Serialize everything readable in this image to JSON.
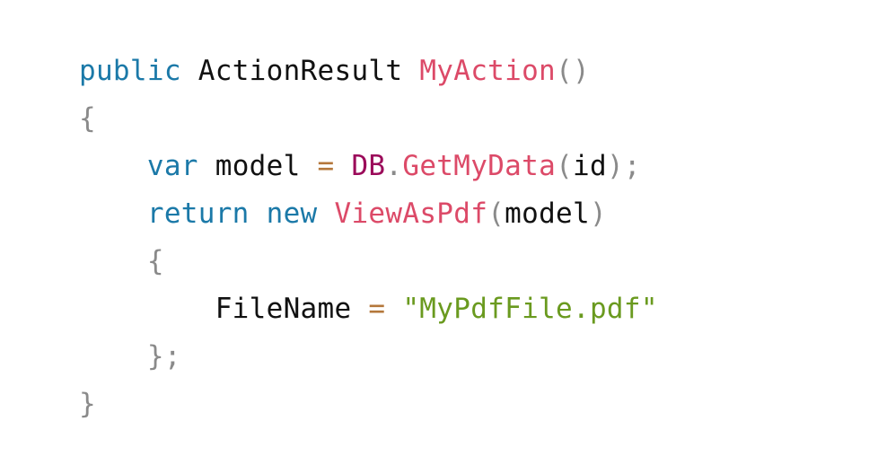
{
  "code": {
    "lines": [
      [
        {
          "text": "public",
          "role": "keyword"
        },
        {
          "text": " ",
          "role": "space"
        },
        {
          "text": "ActionResult",
          "role": "type"
        },
        {
          "text": " ",
          "role": "space"
        },
        {
          "text": "MyAction",
          "role": "function"
        },
        {
          "text": "()",
          "role": "punctuation"
        }
      ],
      [
        {
          "text": "{",
          "role": "punctuation"
        }
      ],
      [
        {
          "text": "    ",
          "role": "indent"
        },
        {
          "text": "var",
          "role": "keyword"
        },
        {
          "text": " ",
          "role": "space"
        },
        {
          "text": "model",
          "role": "identifier"
        },
        {
          "text": " ",
          "role": "space"
        },
        {
          "text": "=",
          "role": "operator"
        },
        {
          "text": " ",
          "role": "space"
        },
        {
          "text": "DB",
          "role": "class"
        },
        {
          "text": ".",
          "role": "punctuation"
        },
        {
          "text": "GetMyData",
          "role": "function"
        },
        {
          "text": "(",
          "role": "punctuation"
        },
        {
          "text": "id",
          "role": "identifier"
        },
        {
          "text": ");",
          "role": "punctuation"
        }
      ],
      [
        {
          "text": "    ",
          "role": "indent"
        },
        {
          "text": "return",
          "role": "keyword"
        },
        {
          "text": " ",
          "role": "space"
        },
        {
          "text": "new",
          "role": "keyword"
        },
        {
          "text": " ",
          "role": "space"
        },
        {
          "text": "ViewAsPdf",
          "role": "function"
        },
        {
          "text": "(",
          "role": "punctuation"
        },
        {
          "text": "model",
          "role": "identifier"
        },
        {
          "text": ")",
          "role": "punctuation"
        }
      ],
      [
        {
          "text": "    ",
          "role": "indent"
        },
        {
          "text": "{",
          "role": "punctuation"
        }
      ],
      [
        {
          "text": "        ",
          "role": "indent"
        },
        {
          "text": "FileName",
          "role": "identifier"
        },
        {
          "text": " ",
          "role": "space"
        },
        {
          "text": "=",
          "role": "operator"
        },
        {
          "text": " ",
          "role": "space"
        },
        {
          "text": "\"MyPdfFile.pdf\"",
          "role": "string"
        }
      ],
      [
        {
          "text": "    ",
          "role": "indent"
        },
        {
          "text": "};",
          "role": "punctuation"
        }
      ],
      [
        {
          "text": "}",
          "role": "punctuation"
        }
      ]
    ]
  },
  "colors": {
    "background": "#ffffff",
    "keyword": "#1b79a8",
    "identifier": "#111111",
    "function": "#dc4a68",
    "punctuation": "#8a8a8a",
    "operator": "#b4773b",
    "class": "#9b0a5a",
    "string": "#6a9a1f"
  }
}
